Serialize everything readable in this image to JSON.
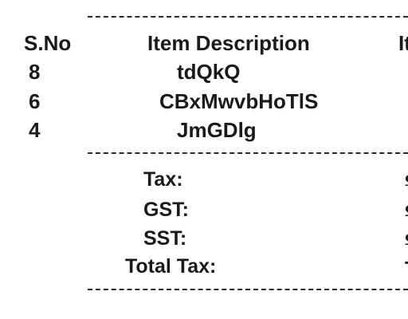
{
  "table": {
    "headers": {
      "serial": "S.No",
      "description": "Item Description",
      "next_partial": "It"
    },
    "rows": [
      {
        "serial": "8",
        "description": "tdQkQ"
      },
      {
        "serial": "6",
        "description": "CBxMwvbHoTlS"
      },
      {
        "serial": "4",
        "description": "JmGDlg"
      }
    ]
  },
  "totals": [
    {
      "label": "Tax:",
      "value_partial": "$"
    },
    {
      "label": "GST:",
      "value_partial": "$"
    },
    {
      "label": "SST:",
      "value_partial": "$"
    },
    {
      "label": "Total Tax:",
      "value_partial": "T"
    }
  ]
}
